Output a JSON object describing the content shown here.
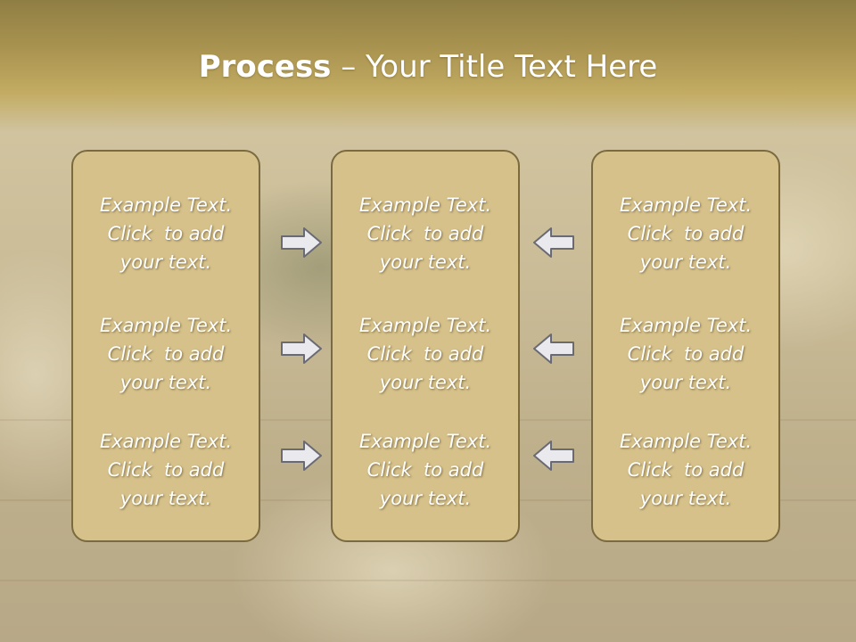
{
  "title": {
    "bold": "Process",
    "rest": " – Your Title Text Here"
  },
  "columns": [
    {
      "items": [
        {
          "line1": "Example Text.",
          "line2": "Click  to add",
          "line3": "your text."
        },
        {
          "line1": "Example Text.",
          "line2": "Click  to add",
          "line3": "your text."
        },
        {
          "line1": "Example Text.",
          "line2": "Click  to add",
          "line3": "your text."
        }
      ]
    },
    {
      "items": [
        {
          "line1": "Example Text.",
          "line2": "Click  to add",
          "line3": "your text."
        },
        {
          "line1": "Example Text.",
          "line2": "Click  to add",
          "line3": "your text."
        },
        {
          "line1": "Example Text.",
          "line2": "Click  to add",
          "line3": "your text."
        }
      ]
    },
    {
      "items": [
        {
          "line1": "Example Text.",
          "line2": "Click  to add",
          "line3": "your text."
        },
        {
          "line1": "Example Text.",
          "line2": "Click  to add",
          "line3": "your text."
        },
        {
          "line1": "Example Text.",
          "line2": "Click  to add",
          "line3": "your text."
        }
      ]
    }
  ],
  "colors": {
    "panel": "#d6c18a",
    "panel_border": "#7a6a40",
    "header": "#a8924f",
    "arrow_fill": "#e9e9ee",
    "arrow_stroke": "#6a6a72"
  },
  "icons": {
    "right_arrow": "arrow-right-icon",
    "left_arrow": "arrow-left-icon"
  }
}
